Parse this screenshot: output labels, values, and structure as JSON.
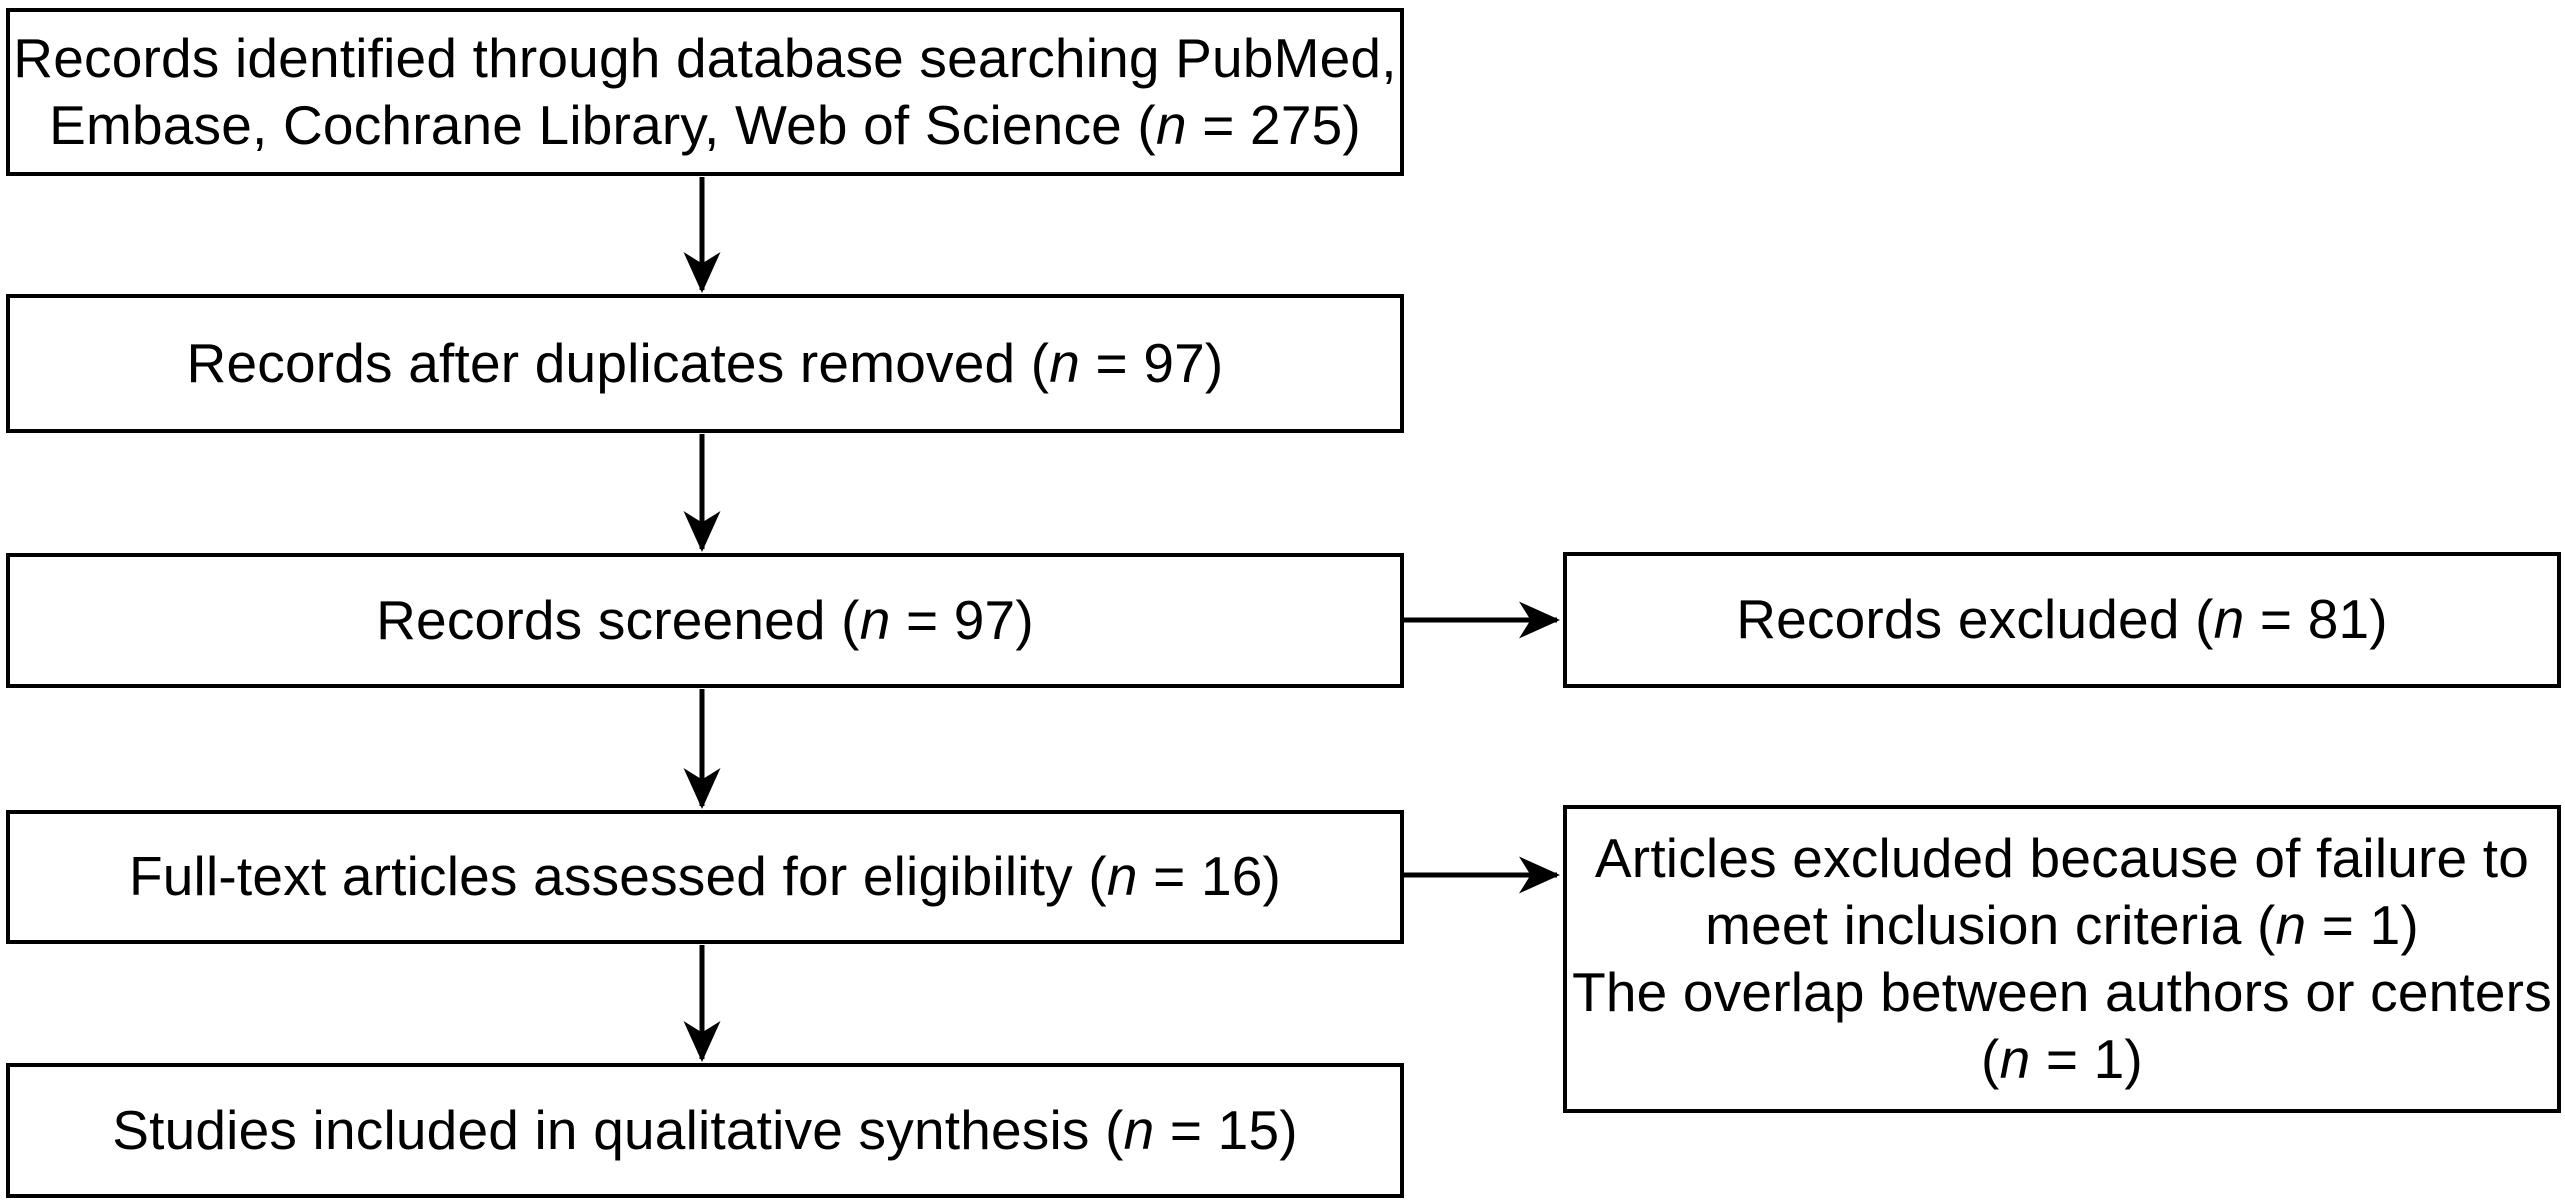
{
  "flowchart": {
    "type": "prisma-flow-diagram",
    "colors": {
      "line": "#000000",
      "text": "#000000",
      "background": "#ffffff"
    },
    "boxes": [
      {
        "name": "records-identified",
        "lines": [
          "Records identified through database searching PubMed,",
          "Embase, Cochrane Library, Web of Science (n = 275)"
        ],
        "n_values": [
          275
        ]
      },
      {
        "name": "duplicates-removed",
        "lines": [
          "Records after duplicates removed (n = 97)"
        ],
        "n_values": [
          97
        ]
      },
      {
        "name": "records-screened",
        "lines": [
          "Records screened (n = 97)"
        ],
        "n_values": [
          97
        ]
      },
      {
        "name": "records-excluded",
        "lines": [
          "Records excluded (n = 81)"
        ],
        "n_values": [
          81
        ]
      },
      {
        "name": "fulltext-assessed",
        "lines": [
          "Full-text articles assessed for eligibility (n = 16)"
        ],
        "n_values": [
          16
        ]
      },
      {
        "name": "articles-excluded",
        "lines": [
          "Articles excluded because of failure to",
          "meet inclusion criteria (n = 1)",
          "The overlap between authors or centers",
          "(n = 1)"
        ],
        "n_values": [
          1,
          1
        ]
      },
      {
        "name": "studies-included",
        "lines": [
          "Studies included in qualitative synthesis (n = 15)"
        ],
        "n_values": [
          15
        ]
      }
    ]
  }
}
